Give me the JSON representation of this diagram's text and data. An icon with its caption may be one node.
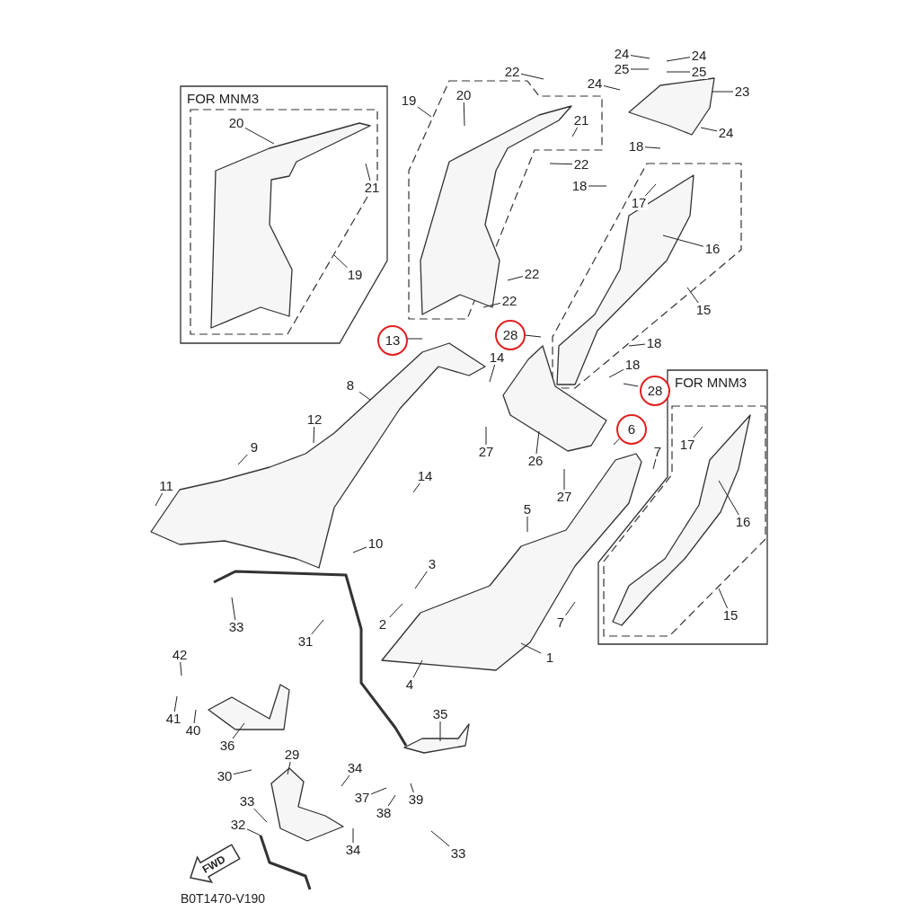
{
  "diagram": {
    "nodes": [
      {
        "text": [
          "FOR MNM3"
        ]
      },
      {
        "text": [
          "20"
        ],
        "in": 0
      },
      {
        "text": [
          "21"
        ],
        "in": 0
      },
      {
        "text": [
          "19"
        ],
        "in": 0
      },
      {
        "text": [
          "22"
        ]
      },
      {
        "text": [
          "19"
        ]
      },
      {
        "text": [
          "20"
        ]
      },
      {
        "text": [
          "21"
        ]
      },
      {
        "text": [
          "22"
        ]
      },
      {
        "text": [
          "24"
        ]
      },
      {
        "text": [
          "24"
        ]
      },
      {
        "text": [
          "25"
        ]
      },
      {
        "text": [
          "25"
        ]
      },
      {
        "text": [
          "24"
        ]
      },
      {
        "text": [
          "23"
        ]
      },
      {
        "text": [
          "24"
        ]
      },
      {
        "text": [
          "18"
        ]
      },
      {
        "text": [
          "18"
        ]
      },
      {
        "text": [
          "17"
        ]
      },
      {
        "text": [
          "16"
        ]
      },
      {
        "text": [
          "15"
        ]
      },
      {
        "text": [
          "22"
        ]
      },
      {
        "text": [
          "22"
        ]
      },
      {
        "text": [
          "13"
        ]
      },
      {
        "text": [
          "28"
        ]
      },
      {
        "text": [
          "14"
        ]
      },
      {
        "text": [
          "18"
        ]
      },
      {
        "text": [
          "18"
        ]
      },
      {
        "text": [
          "28"
        ]
      },
      {
        "text": [
          "8"
        ]
      },
      {
        "text": [
          "12"
        ]
      },
      {
        "text": [
          "9"
        ]
      },
      {
        "text": [
          "11"
        ]
      },
      {
        "text": [
          "27"
        ]
      },
      {
        "text": [
          "26"
        ]
      },
      {
        "text": [
          "6"
        ]
      },
      {
        "text": [
          "7"
        ]
      },
      {
        "text": [
          "14"
        ]
      },
      {
        "text": [
          "27"
        ]
      },
      {
        "text": [
          "10"
        ]
      },
      {
        "text": [
          "5"
        ]
      },
      {
        "text": [
          "3"
        ]
      },
      {
        "text": [
          "2"
        ]
      },
      {
        "text": [
          "7"
        ]
      },
      {
        "text": [
          "1"
        ]
      },
      {
        "text": [
          "4"
        ]
      },
      {
        "text": [
          "33"
        ]
      },
      {
        "text": [
          "31"
        ]
      },
      {
        "text": [
          "42"
        ]
      },
      {
        "text": [
          "41"
        ]
      },
      {
        "text": [
          "40"
        ]
      },
      {
        "text": [
          "36"
        ]
      },
      {
        "text": [
          "35"
        ]
      },
      {
        "text": [
          "29"
        ]
      },
      {
        "text": [
          "30"
        ]
      },
      {
        "text": [
          "34"
        ]
      },
      {
        "text": [
          "37"
        ]
      },
      {
        "text": [
          "38"
        ]
      },
      {
        "text": [
          "39"
        ]
      },
      {
        "text": [
          "33"
        ]
      },
      {
        "text": [
          "32"
        ]
      },
      {
        "text": [
          "34"
        ]
      },
      {
        "text": [
          "33"
        ]
      },
      {
        "text": [
          "FOR MNM3"
        ]
      },
      {
        "text": [
          "17"
        ],
        "in": 63
      },
      {
        "text": [
          "16"
        ],
        "in": 63
      },
      {
        "text": [
          "15"
        ],
        "in": 63
      }
    ],
    "edges": [
      {
        "from": 1,
        "to": null,
        "arrow": "none"
      },
      {
        "from": 2,
        "to": null,
        "arrow": "none"
      },
      {
        "from": 3,
        "to": null,
        "arrow": "none"
      },
      {
        "from": 4,
        "to": null,
        "arrow": "none"
      },
      {
        "from": 5,
        "to": null,
        "arrow": "none"
      },
      {
        "from": 6,
        "to": null,
        "arrow": "none"
      },
      {
        "from": 7,
        "to": null,
        "arrow": "none"
      },
      {
        "from": 8,
        "to": null,
        "arrow": "none"
      },
      {
        "from": 9,
        "to": null,
        "arrow": "none"
      },
      {
        "from": 10,
        "to": null,
        "arrow": "none"
      },
      {
        "from": 11,
        "to": null,
        "arrow": "none"
      },
      {
        "from": 12,
        "to": null,
        "arrow": "none"
      },
      {
        "from": 13,
        "to": null,
        "arrow": "none"
      },
      {
        "from": 14,
        "to": null,
        "arrow": "none"
      },
      {
        "from": 15,
        "to": null,
        "arrow": "none"
      },
      {
        "from": 16,
        "to": null,
        "arrow": "none"
      },
      {
        "from": 17,
        "to": null,
        "arrow": "none"
      },
      {
        "from": 18,
        "to": null,
        "arrow": "none"
      },
      {
        "from": 19,
        "to": null,
        "arrow": "none"
      },
      {
        "from": 20,
        "to": null,
        "arrow": "none"
      },
      {
        "from": 21,
        "to": null,
        "arrow": "none"
      },
      {
        "from": 22,
        "to": null,
        "arrow": "none"
      },
      {
        "from": 23,
        "to": null,
        "arrow": "none"
      },
      {
        "from": 24,
        "to": null,
        "arrow": "none"
      },
      {
        "from": 25,
        "to": null,
        "arrow": "none"
      },
      {
        "from": 26,
        "to": null,
        "arrow": "none"
      },
      {
        "from": 27,
        "to": null,
        "arrow": "none"
      },
      {
        "from": 28,
        "to": null,
        "arrow": "none"
      },
      {
        "from": 29,
        "to": null,
        "arrow": "none"
      },
      {
        "from": 30,
        "to": null,
        "arrow": "none"
      },
      {
        "from": 31,
        "to": null,
        "arrow": "none"
      },
      {
        "from": 32,
        "to": null,
        "arrow": "none"
      },
      {
        "from": 33,
        "to": null,
        "arrow": "none"
      },
      {
        "from": 34,
        "to": null,
        "arrow": "none"
      },
      {
        "from": 35,
        "to": null,
        "arrow": "none"
      },
      {
        "from": 36,
        "to": null,
        "arrow": "none"
      },
      {
        "from": 37,
        "to": null,
        "arrow": "none"
      },
      {
        "from": 38,
        "to": null,
        "arrow": "none"
      },
      {
        "from": 39,
        "to": null,
        "arrow": "none"
      },
      {
        "from": 40,
        "to": null,
        "arrow": "none"
      },
      {
        "from": 41,
        "to": null,
        "arrow": "none"
      },
      {
        "from": 42,
        "to": null,
        "arrow": "none"
      },
      {
        "from": 43,
        "to": null,
        "arrow": "none"
      },
      {
        "from": 44,
        "to": null,
        "arrow": "none"
      },
      {
        "from": 45,
        "to": null,
        "arrow": "none"
      },
      {
        "from": 46,
        "to": null,
        "arrow": "none"
      },
      {
        "from": 47,
        "to": null,
        "arrow": "none"
      },
      {
        "from": 48,
        "to": null,
        "arrow": "none"
      },
      {
        "from": 49,
        "to": null,
        "arrow": "none"
      },
      {
        "from": 50,
        "to": null,
        "arrow": "none"
      },
      {
        "from": 51,
        "to": null,
        "arrow": "none"
      },
      {
        "from": 52,
        "to": null,
        "arrow": "none"
      },
      {
        "from": 53,
        "to": null,
        "arrow": "none"
      },
      {
        "from": 54,
        "to": null,
        "arrow": "none"
      },
      {
        "from": 55,
        "to": null,
        "arrow": "none"
      },
      {
        "from": 56,
        "to": null,
        "arrow": "none"
      },
      {
        "from": 57,
        "to": null,
        "arrow": "none"
      },
      {
        "from": 58,
        "to": null,
        "arrow": "none"
      },
      {
        "from": 59,
        "to": null,
        "arrow": "none"
      },
      {
        "from": 60,
        "to": null,
        "arrow": "none"
      },
      {
        "from": 61,
        "to": null,
        "arrow": "none"
      },
      {
        "from": 62,
        "to": null,
        "arrow": "none"
      },
      {
        "from": 64,
        "to": null,
        "arrow": "none"
      },
      {
        "from": 65,
        "to": null,
        "arrow": "none"
      },
      {
        "from": 66,
        "to": null,
        "arrow": "none"
      }
    ],
    "labels": [
      "FWD",
      "B0T1470-V190"
    ]
  }
}
